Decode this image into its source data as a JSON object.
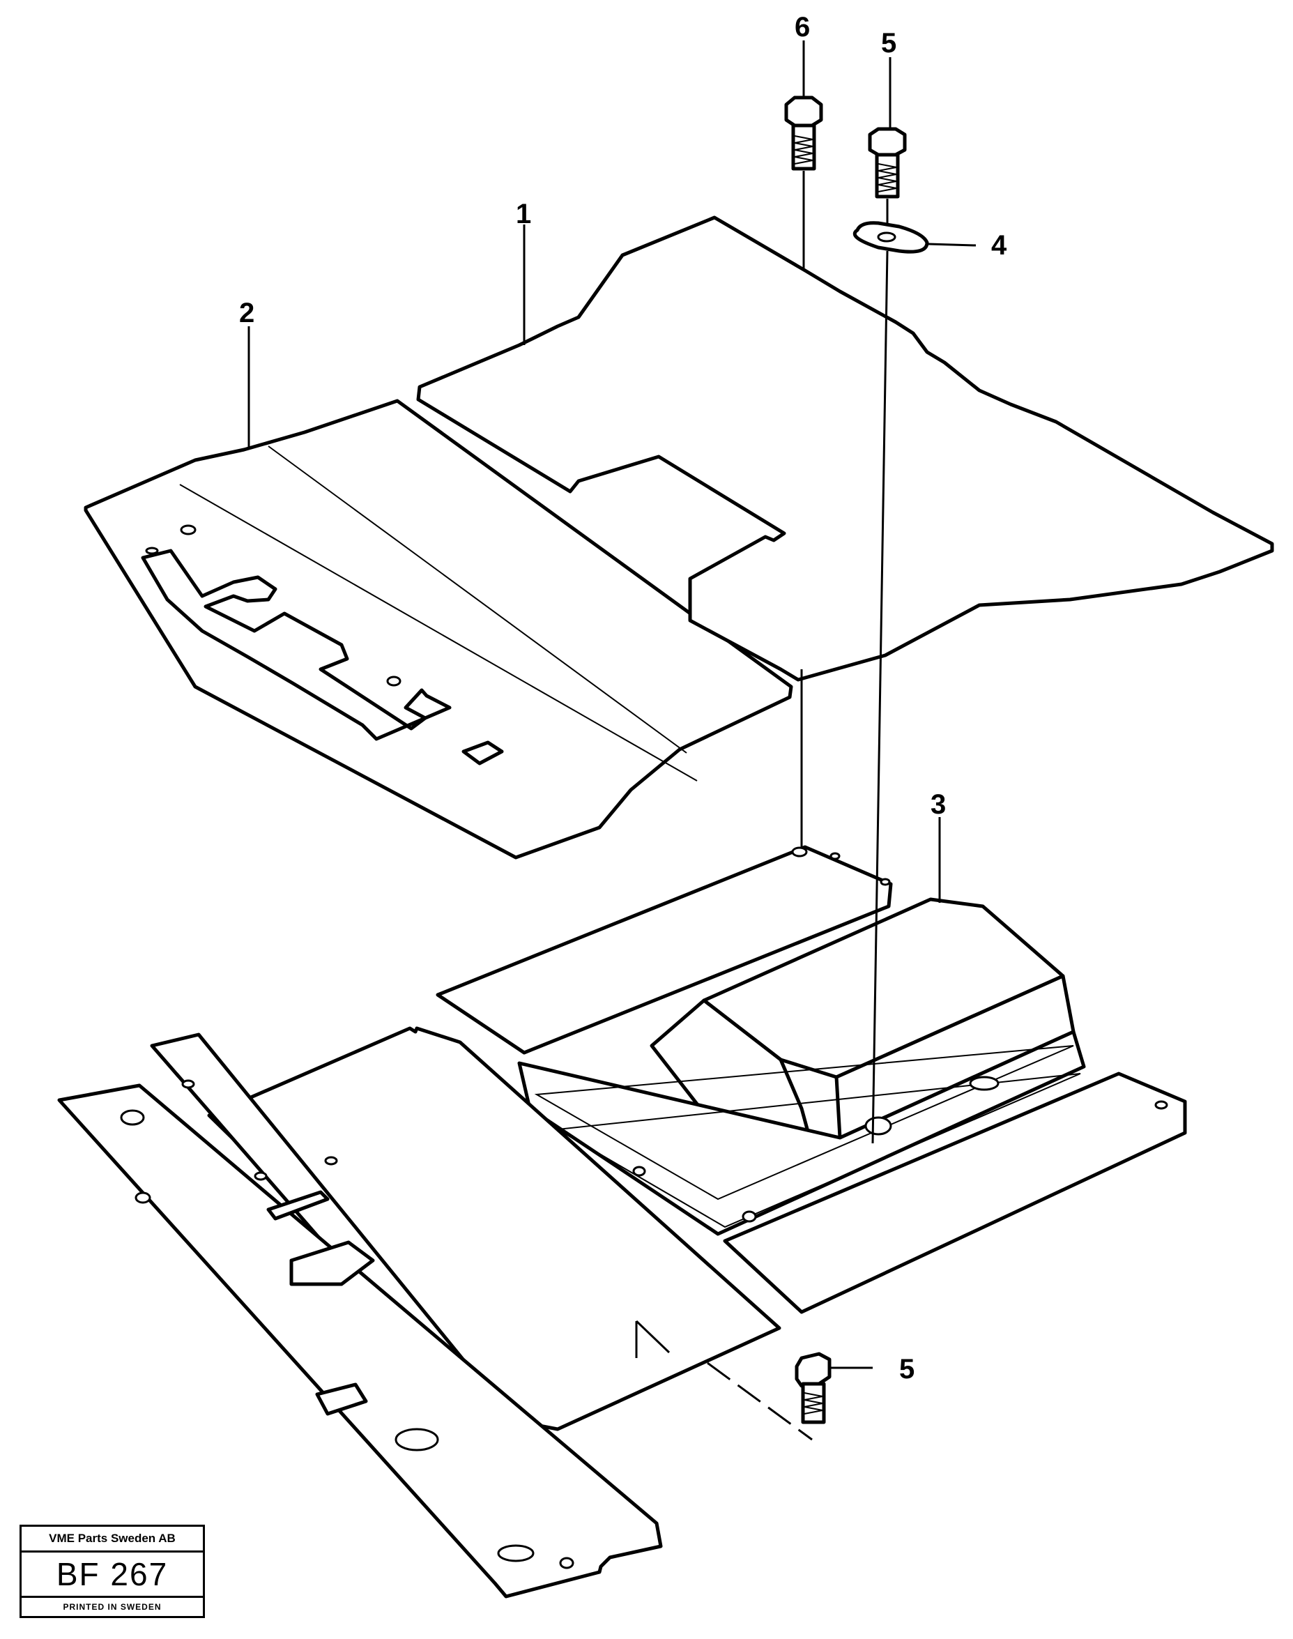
{
  "callouts": {
    "c1": "1",
    "c2": "2",
    "c3": "3",
    "c4": "4",
    "c5a": "5",
    "c5b": "5",
    "c6": "6"
  },
  "stamp": {
    "company": "VME Parts Sweden AB",
    "code": "BF 267",
    "printed": "PRINTED IN SWEDEN"
  },
  "colors": {
    "ink": "#000000",
    "paper": "#ffffff"
  }
}
